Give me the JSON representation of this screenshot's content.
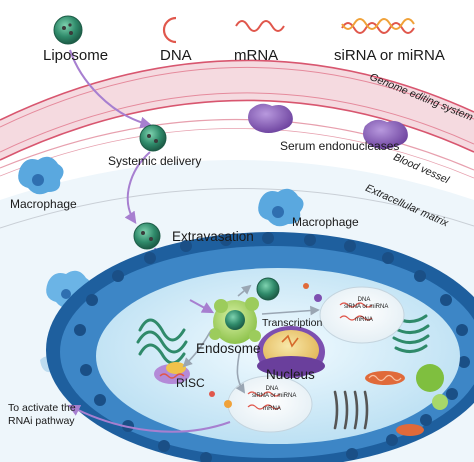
{
  "legend": {
    "liposome": "Liposome",
    "dna": "DNA",
    "mrna": "mRNA",
    "sirna": "siRNA or miRNA"
  },
  "labels": {
    "genome_editing": "Genome editing system",
    "serum_endonucleases": "Serum endonucleases",
    "blood_vessel": "Blood vessel",
    "extracellular_matrix": "Extracellular matrix",
    "systemic_delivery": "Systemic delivery",
    "macrophage_left": "Macrophage",
    "macrophage_right": "Macrophage",
    "extravasation": "Extravasation",
    "transcription": "Transcription",
    "endosome": "Endosome",
    "nucleus": "Nucleus",
    "risc": "RISC",
    "rnai_line1": "To activate the",
    "rnai_line2": "RNAi pathway"
  },
  "vesicle_upper": {
    "line1": "DNA",
    "line2": "siRNA or miRNA",
    "line3": "mRNA"
  },
  "vesicle_lower": {
    "line1": "DNA",
    "line2": "siRNA or miRNA",
    "line3": "mRNA"
  },
  "colors": {
    "vessel_band": "#e9c1c9",
    "vessel_line": "#d8566f",
    "cell_outer": "#1e5f9e",
    "cytoplasm": "#cfe9f7",
    "liposome": "#2f8a6a",
    "macrophage": "#5aa8df",
    "endonuclease": "#7a4fa8",
    "arrow": "#a77fd0"
  }
}
